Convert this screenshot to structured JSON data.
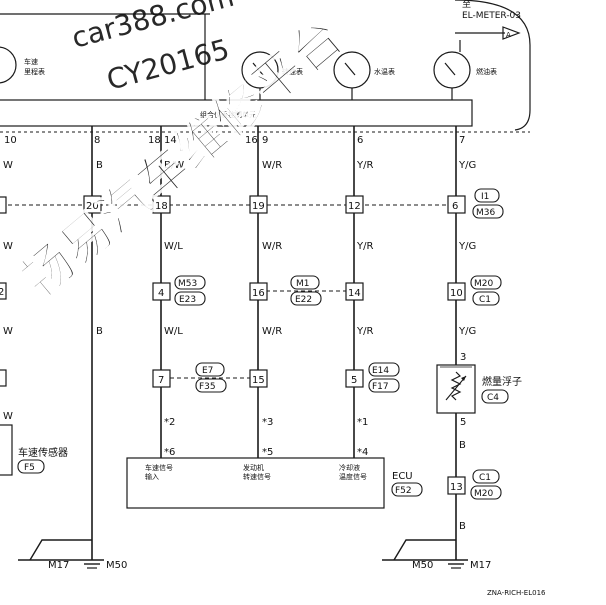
{
  "target": {
    "label": "至",
    "code": "EL-METER-03",
    "arrow_letter": "A"
  },
  "cluster": {
    "unit_label": "组合仪表控制单元",
    "gauges": [
      "车速\n里程表",
      "转速表",
      "水温表",
      "燃油表"
    ]
  },
  "top_pins": [
    "10",
    "8",
    "18",
    "14",
    "16",
    "9",
    "6",
    "7"
  ],
  "wires": {
    "far_left": [
      "W",
      "W",
      "W",
      "W"
    ],
    "col_b": [
      "B",
      "B"
    ],
    "col_1": [
      "B/W",
      "W/L",
      "W/L"
    ],
    "col_2": [
      "W/R",
      "W/R",
      "W/R"
    ],
    "col_3": [
      "Y/R",
      "Y/R",
      "Y/R"
    ],
    "col_4": [
      "Y/G",
      "Y/G",
      "Y/G",
      "B",
      "B"
    ]
  },
  "junction_pins": {
    "row1": [
      "20",
      "18",
      "19",
      "12",
      "6"
    ],
    "row2": [
      "4",
      "16",
      "14",
      "10"
    ],
    "row3": [
      "7",
      "15",
      "5"
    ],
    "row4": [
      "13"
    ]
  },
  "connectors": {
    "i1": "I1",
    "m36": "M36",
    "m53": "M53",
    "e23": "E23",
    "m1": "M1",
    "e22": "E22",
    "m20a": "M20",
    "c1a": "C1",
    "e7": "E7",
    "f35": "F35",
    "e14": "E14",
    "f17": "F17",
    "c4": "C4",
    "f5": "F5",
    "f52": "F52",
    "c1b": "C1",
    "m20b": "M20"
  },
  "notes": {
    "star2": "*2",
    "star3": "*3",
    "star1": "*1",
    "star6": "*6",
    "star5": "*5",
    "star4": "*4"
  },
  "fuel_sender": {
    "label": "燃量浮子",
    "pin_top": "3",
    "pin_bottom": "5"
  },
  "speed_sensor": {
    "label": "车速传感器"
  },
  "ecu": {
    "label": "ECU",
    "inputs": [
      "车速信号\n输入",
      "发动机\n转速信号",
      "冷却液\n温度信号"
    ]
  },
  "grounds": [
    "M17",
    "M50",
    "M50",
    "M17"
  ],
  "footer_code": "ZNA-RICH-EL016",
  "watermarks": {
    "site": "car388.com",
    "id": "CY20165",
    "banner": "畅易汽车维修平台"
  },
  "colors": {
    "line": "#1a1a1a",
    "watermark_blue": "#1e7fd6",
    "watermark_gray": "#c8c8c8"
  }
}
